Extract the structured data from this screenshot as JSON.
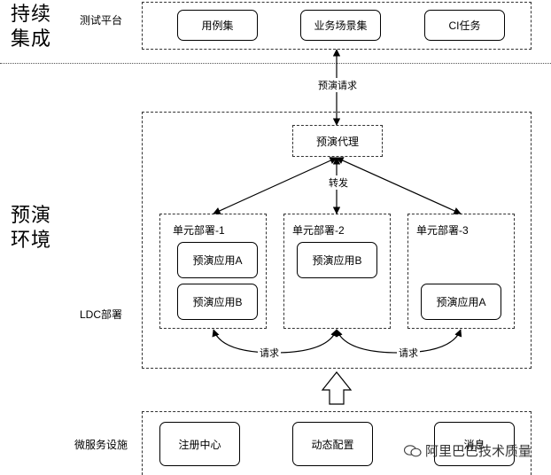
{
  "top_section": {
    "title_line1": "持续",
    "title_line2": "集成",
    "platform_label": "测试平台",
    "boxes": [
      "用例集",
      "业务场景集",
      "CI任务"
    ]
  },
  "arrow_label_request": "预演请求",
  "middle_section": {
    "title_line1": "预演",
    "title_line2": "环境",
    "proxy_label": "预演代理",
    "forward_label": "转发",
    "ldc_label": "LDC部署",
    "units": [
      {
        "title": "单元部署-1",
        "apps": [
          "预演应用A",
          "预演应用B"
        ]
      },
      {
        "title": "单元部署-2",
        "apps": [
          "预演应用B"
        ]
      },
      {
        "title": "单元部署-3",
        "apps": [
          "预演应用A"
        ]
      }
    ],
    "request_labels": [
      "请求",
      "请求"
    ]
  },
  "bottom_section": {
    "label": "微服务设施",
    "boxes": [
      "注册中心",
      "动态配置",
      "消息"
    ]
  },
  "watermark": "阿里巴巴技术质量"
}
